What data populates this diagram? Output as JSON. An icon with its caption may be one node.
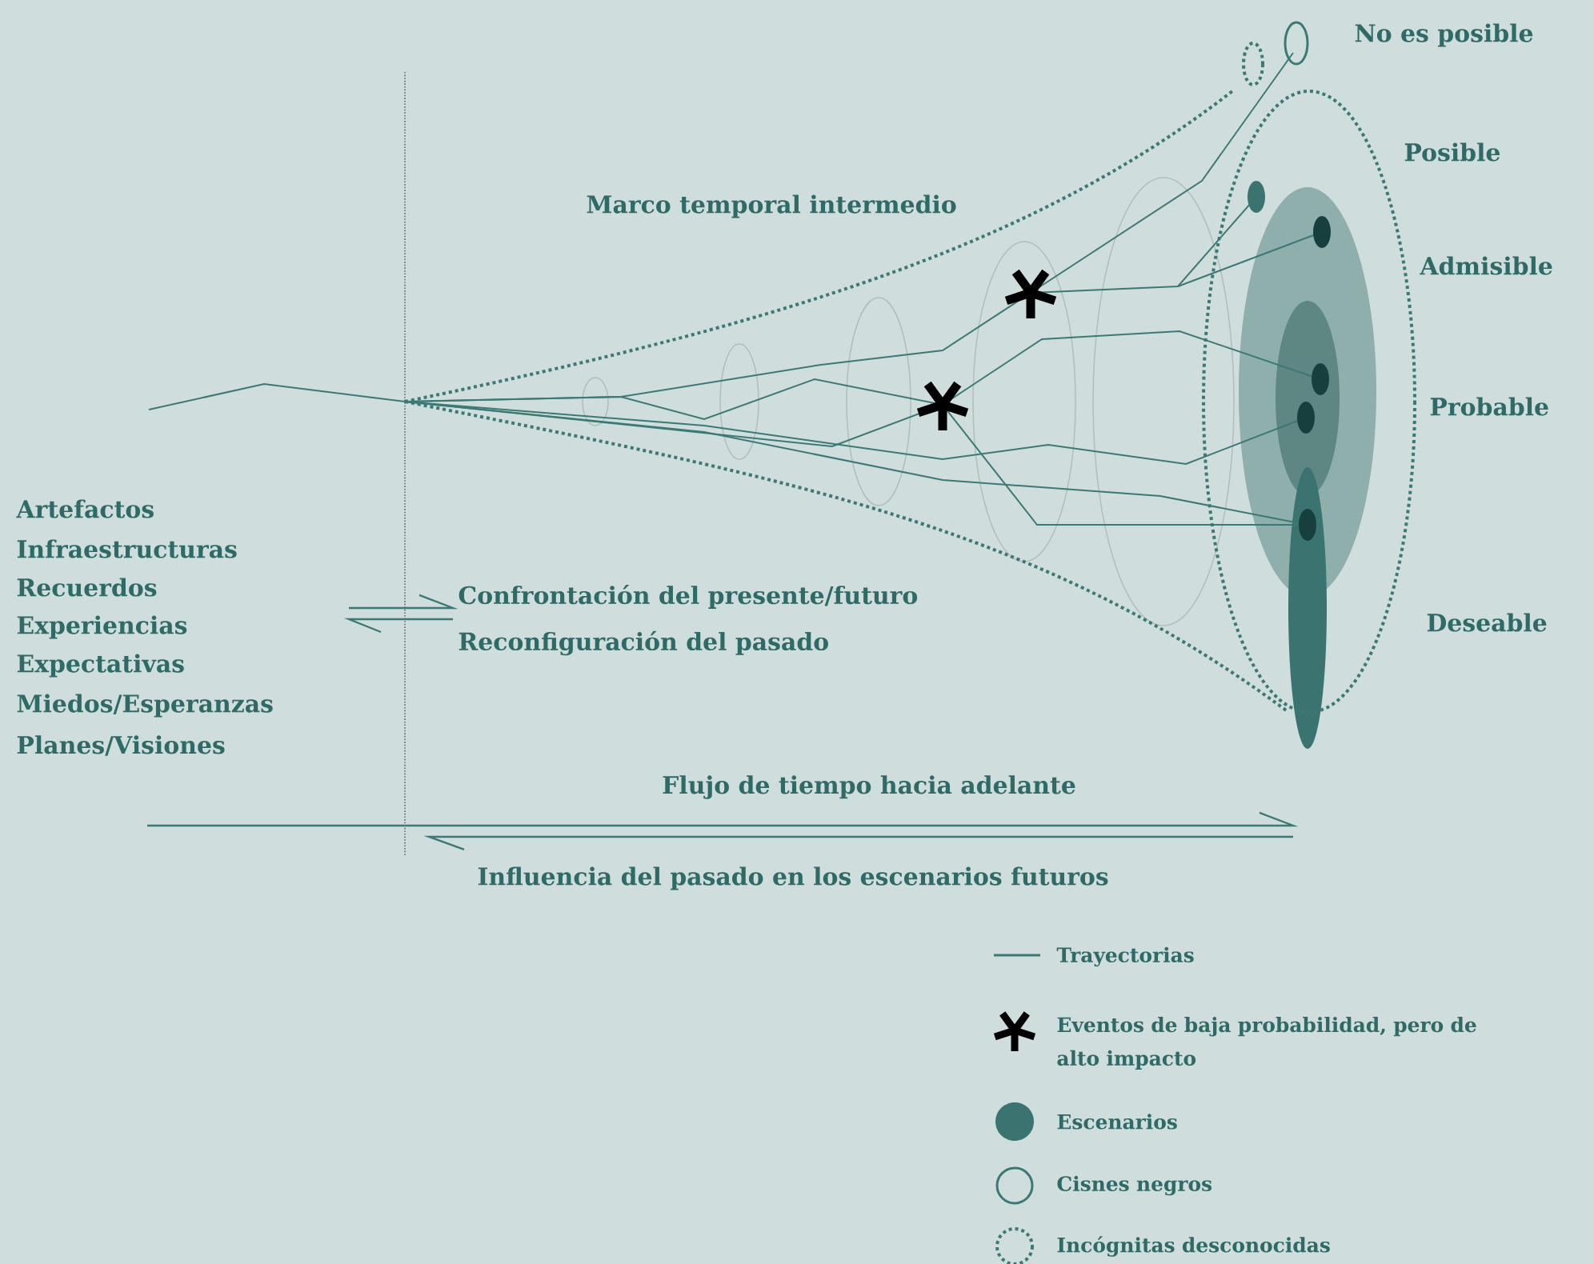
{
  "diagram": {
    "labels": [
      "No es posible",
      "Posible",
      "Marco temporal intermedio",
      "Admisible",
      "Probable",
      "Artefactos",
      "Infraestructuras",
      "Recuerdos",
      "Experiencias",
      "Expectativas",
      "Miedos/Esperanzas",
      "Planes/Visiones",
      "Confrontación del presente/futuro",
      "Reconfiguración del pasado",
      "Deseable",
      "Flujo de tiempo hacia adelante",
      "Influencia del pasado en los escenarios futuros"
    ],
    "legend": [
      {
        "text": "Trayectorias"
      },
      {
        "text": "Eventos de baja probabilidad, pero de alto impacto"
      },
      {
        "text": "Escenarios"
      },
      {
        "text": "Cisnes negros"
      },
      {
        "text": "Incógnitas desconocidas"
      }
    ]
  }
}
